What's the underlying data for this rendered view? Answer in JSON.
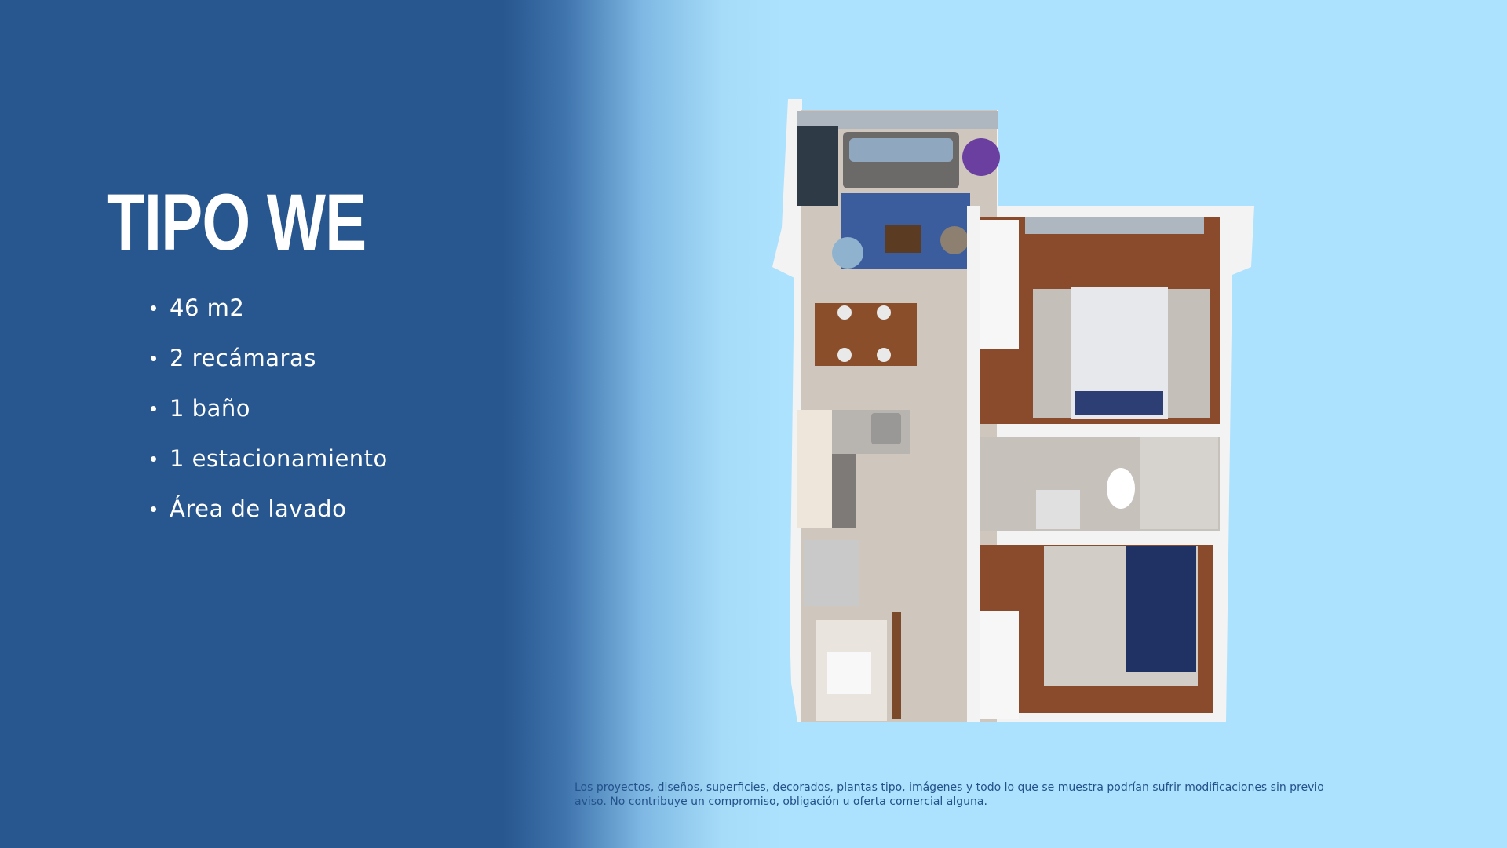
{
  "title": "TIPO WE",
  "features": [
    "46 m2",
    "2 recámaras",
    "1 baño",
    "1 estacionamiento",
    "Área de lavado"
  ],
  "disclaimer": "Los proyectos, diseños, superficies, decorados, plantas tipo, imágenes y todo lo que se muestra podrían sufrir modificaciones sin previo aviso. No contribuye un compromiso, obligación u oferta comercial alguna.",
  "colors": {
    "dark_blue": "#28568e",
    "light_blue": "#ace2fd",
    "wall": "#f4f4f4",
    "wood_floor": "#8a4a2c",
    "tile_floor": "#cfc8be"
  },
  "floor_plan_image": "floor-plan-rendering"
}
